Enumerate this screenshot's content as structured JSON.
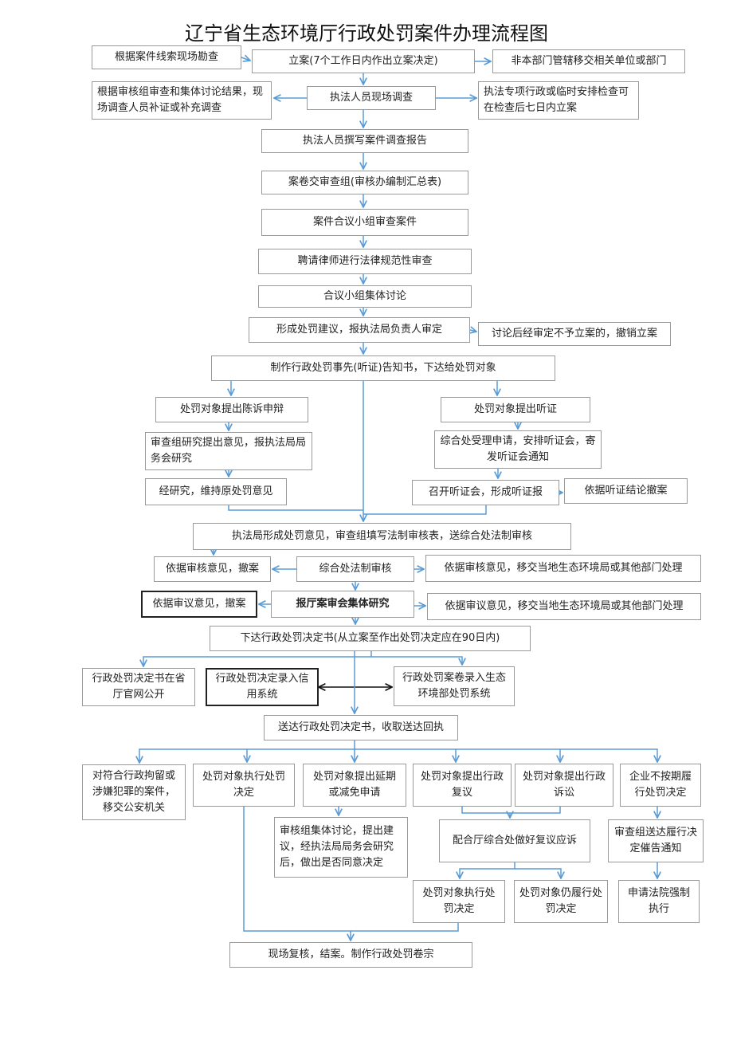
{
  "title": "辽宁省生态环境厅行政处罚案件办理流程图",
  "nodes": {
    "n_survey": "根据案件线索现场勘查",
    "n_file": "立案(7个工作日内作出立案决定)",
    "n_transfer": "非本部门管辖移交相关单位或部门",
    "n_supplement": "根据审核组审查和集体讨论结果，现场调查人员补证或补充调查",
    "n_invest": "执法人员现场调查",
    "n_special": "执法专项行政或临时安排检查可在检查后七日内立案",
    "n_report": "执法人员撰写案件调查报告",
    "n_submit": "案卷交审查组(审核办编制汇总表)",
    "n_panel_review": "案件合议小组审查案件",
    "n_lawyer": "聘请律师进行法律规范性审查",
    "n_panel_discuss": "合议小组集体讨论",
    "n_proposal": "形成处罚建议，报执法局负责人审定",
    "n_revoke": "讨论后经审定不予立案的，撤销立案",
    "n_notice": "制作行政处罚事先(听证)告知书，下达给处罚对象",
    "n_defense": "处罚对象提出陈诉申辩",
    "n_hearing_req": "处罚对象提出听证",
    "n_group_study": "审查组研究提出意见，报执法局局务会研究",
    "n_accept_hearing": "综合处受理申请，安排听证会，寄发听证会通知",
    "n_maintain": "经研究，维持原处罚意见",
    "n_hold_hearing": "召开听证会，形成听证报",
    "n_hearing_withdraw": "依据听证结论撤案",
    "n_opinion": "执法局形成处罚意见，审查组填写法制审核表，送综合处法制审核",
    "n_review_withdraw": "依据审核意见，撤案",
    "n_legal_review": "综合处法制审核",
    "n_review_transfer": "依据审核意见，移交当地生态环境局或其他部门处理",
    "n_delib_withdraw": "依据审议意见，撤案",
    "n_dept_meeting": "报厅案审会集体研究",
    "n_delib_transfer": "依据审议意见，移交当地生态环境局或其他部门处理",
    "n_decision": "下达行政处罚决定书(从立案至作出处罚决定应在90日内)",
    "n_publish": "行政处罚决定书在省厅官网公开",
    "n_credit": "行政处罚决定录入信用系统",
    "n_ministry": "行政处罚案卷录入生态环境部处罚系统",
    "n_deliver": "送达行政处罚决定书，收取送达回执",
    "n_police": "对符合行政拘留或涉嫌犯罪的案件，移交公安机关",
    "n_execute": "处罚对象执行处罚决定",
    "n_postpone": "处罚对象提出延期或减免申请",
    "n_reconsider": "处罚对象提出行政复议",
    "n_lawsuit": "处罚对象提出行政诉讼",
    "n_not_execute": "企业不按期履行处罚决定",
    "n_postpone_decide": "审核组集体讨论，提出建议，经执法局局务会研究后，做出是否同意决定",
    "n_cooperate": "配合厅综合处做好复议应诉",
    "n_urge": "审查组送达履行决定催告通知",
    "n_execute2": "处罚对象执行处罚决定",
    "n_still_execute": "处罚对象仍履行处罚决定",
    "n_court": "申请法院强制执行",
    "n_close": "现场复核，结案。制作行政处罚卷宗"
  },
  "colors": {
    "arrow": "#5b9bd5",
    "border": "#9a9a9a",
    "dark_arrow": "#111111"
  }
}
